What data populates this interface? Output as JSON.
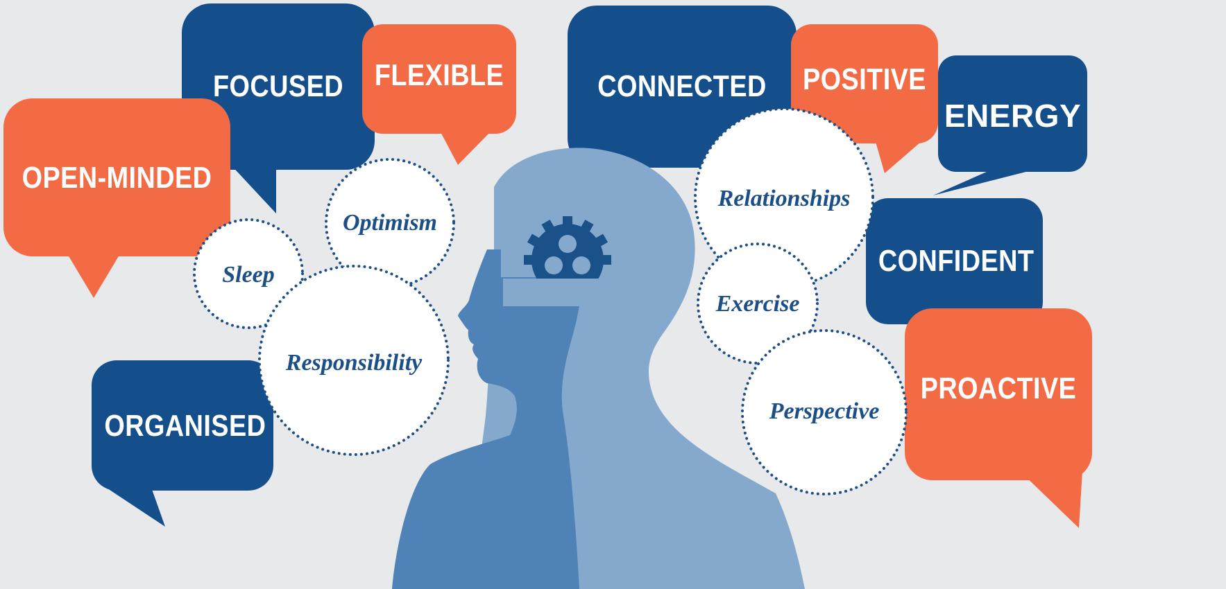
{
  "colors": {
    "background": "#e8e9eb",
    "navy_bubble": "#144f8c",
    "orange_bubble": "#f26b45",
    "circle_fill": "#ffffff",
    "circle_dots": "#1c4f86",
    "head_front": "#4f82b6",
    "head_back": "#85a9cd",
    "gear": "#1a5189"
  },
  "icons": {
    "brain_gear": "gear-icon",
    "heads": "human-head-silhouette"
  },
  "speech_bubbles": {
    "focused": "FOCUSED",
    "flexible": "FLEXIBLE",
    "open_minded": "OPEN-MINDED",
    "organised": "ORGANISED",
    "connected": "CONNECTED",
    "positive": "POSITIVE",
    "energy": "ENERGY",
    "confident": "CONFIDENT",
    "proactive": "PROACTIVE"
  },
  "circles": {
    "optimism": "Optimism",
    "sleep": "Sleep",
    "responsibility": "Responsibility",
    "relationships": "Relationships",
    "exercise": "Exercise",
    "perspective": "Perspective"
  }
}
